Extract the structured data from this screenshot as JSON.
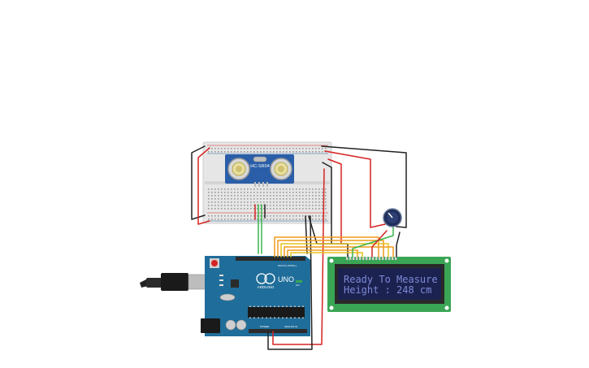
{
  "sensor": {
    "label": "HC-SR04"
  },
  "arduino": {
    "logo_text": "ARDUINO",
    "model": "UNO",
    "digital_label": "DIGITAL (PWM~)",
    "power_label": "POWER",
    "analog_label": "ANALOG IN",
    "on_label": "ON"
  },
  "lcd": {
    "line1": "Ready To Measure",
    "line2": "Height : 248 cm"
  },
  "colors": {
    "breadboard": "#e6e6e6",
    "arduino_board": "#1f6d9a",
    "lcd_pcb": "#3aa655",
    "lcd_screen": "#1c2250",
    "lcd_text": "#7d89d6",
    "sensor_board": "#2a5ea8",
    "wire_red": "#d62222",
    "wire_black": "#222222",
    "wire_green": "#39b54a",
    "wire_orange": "#f09a1a",
    "wire_yellow": "#e8c21a"
  },
  "icons": {
    "potentiometer": "potentiometer-icon",
    "usb": "usb-cable-icon",
    "reset": "reset-button-icon"
  }
}
